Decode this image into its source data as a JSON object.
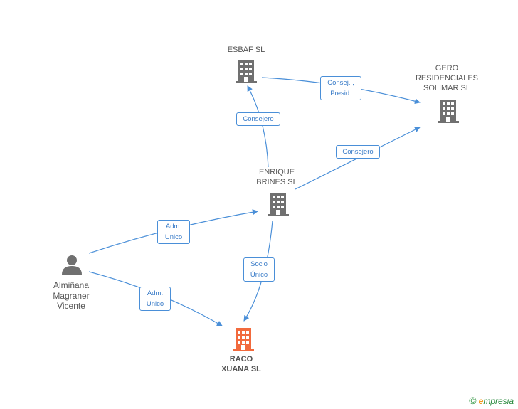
{
  "nodes": {
    "esbaf": {
      "label": "ESBAF SL",
      "color": "#707070"
    },
    "gero": {
      "label": "GERO\nRESIDENCIALES\nSOLIMAR SL",
      "color": "#707070"
    },
    "enrique": {
      "label": "ENRIQUE\nBRINES SL",
      "color": "#707070"
    },
    "person": {
      "label": "Almiñana\nMagraner\nVicente",
      "color": "#707070"
    },
    "raco": {
      "label": "RACO\nXUANA SL",
      "color": "#f26a3d"
    }
  },
  "edges": {
    "esbaf_gero": "Consej. ,\nPresid.",
    "enrique_esbaf": "Consejero",
    "enrique_gero": "Consejero",
    "person_enrique": "Adm.\nUnico",
    "person_raco": "Adm.\nUnico",
    "enrique_raco": "Socio\nÚnico"
  },
  "colors": {
    "edge": "#4a8fd8"
  },
  "watermark": {
    "symbol": "©",
    "brand_initial": "e",
    "brand_rest": "mpresia"
  }
}
